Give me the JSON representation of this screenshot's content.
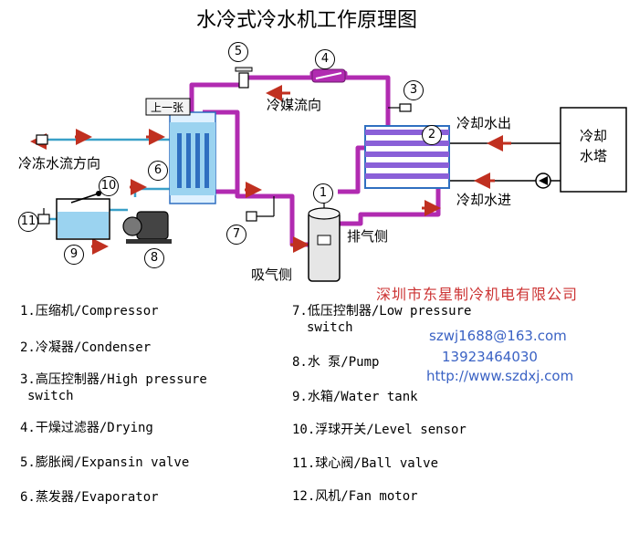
{
  "title": "水冷式冷水机工作原理图",
  "labels": {
    "refrigerant_flow": "冷媒流向",
    "cooling_water_out": "冷却水出",
    "cooling_water_in": "冷却水进",
    "chilled_water_flow": "冷冻水流方向",
    "cooling_tower": "冷却水塔",
    "discharge_side": "排气侧",
    "suction_side": "吸气侧",
    "tag": "上一张"
  },
  "markers": [
    "1",
    "2",
    "3",
    "4",
    "5",
    "6",
    "7",
    "8",
    "9",
    "10",
    "11"
  ],
  "legend": [
    {
      "text": "1.压缩机/Compressor"
    },
    {
      "text": "2.冷凝器/Condenser"
    },
    {
      "text": "3.高压控制器/High pressure"
    },
    {
      "text": "switch"
    },
    {
      "text": "4.干燥过滤器/Drying"
    },
    {
      "text": "5.膨胀阀/Expansin valve"
    },
    {
      "text": "6.蒸发器/Evaporator"
    },
    {
      "text": "7.低压控制器/Low pressure"
    },
    {
      "text": "switch"
    },
    {
      "text": "8.水 泵/Pump"
    },
    {
      "text": "9.水箱/Water tank"
    },
    {
      "text": "10.浮球开关/Level sensor"
    },
    {
      "text": "11.球心阀/Ball valve"
    },
    {
      "text": "12.风机/Fan motor"
    }
  ],
  "company": "深圳市东星制冷机电有限公司",
  "contact": {
    "email": "szwj1688@163.com",
    "phone": "13923464030",
    "url": "http://www.szdxj.com"
  },
  "colors": {
    "refrigerant_pipe": "#b12bb1",
    "water_pipe": "#3aa0c8",
    "arrow": "#c03020",
    "heat_exchanger": "#2f6fc0",
    "company_text": "#cc3333",
    "contact_text": "#3a62c4"
  }
}
